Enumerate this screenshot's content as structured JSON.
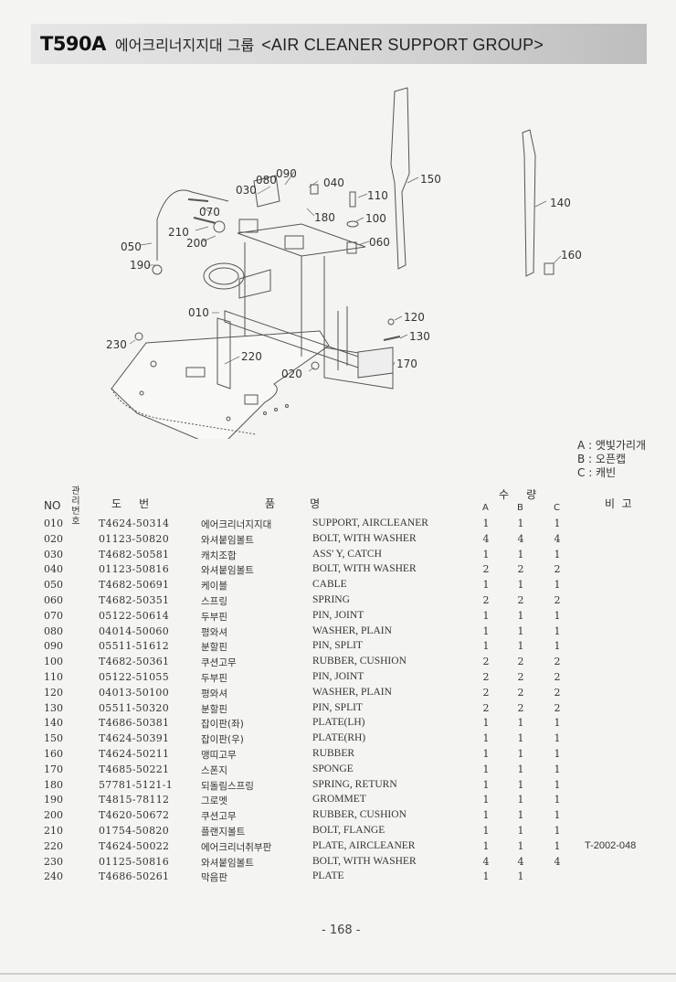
{
  "header": {
    "model": "T590A",
    "title_ko": "에어크리너지지대 그룹",
    "title_en": "<AIR CLEANER SUPPORT GROUP>"
  },
  "diagram": {
    "callouts": [
      "080",
      "090",
      "030",
      "040",
      "070",
      "110",
      "180",
      "100",
      "210",
      "200",
      "050",
      "060",
      "190",
      "150",
      "140",
      "160",
      "010",
      "120",
      "130",
      "230",
      "220",
      "020",
      "170"
    ]
  },
  "legend": [
    "A : 앳빛가리개",
    "B : 오픈캡",
    "C : 캐빈"
  ],
  "table": {
    "headers": {
      "no": "NO",
      "mgmt": "관리번호",
      "part_no": "도     번",
      "name": "품          명",
      "qty": "수     량",
      "remarks": "비  고",
      "a": "A",
      "b": "B",
      "c": "C"
    },
    "rows": [
      {
        "no": "010",
        "part": "T4624-50314",
        "ko": "에어크리너지지대",
        "en": "SUPPORT, AIRCLEANER",
        "a": "1",
        "b": "1",
        "c": "1",
        "rem": ""
      },
      {
        "no": "020",
        "part": "01123-50820",
        "ko": "와셔붙임볼트",
        "en": "BOLT, WITH WASHER",
        "a": "4",
        "b": "4",
        "c": "4",
        "rem": ""
      },
      {
        "no": "030",
        "part": "T4682-50581",
        "ko": "캐치조합",
        "en": "ASS' Y, CATCH",
        "a": "1",
        "b": "1",
        "c": "1",
        "rem": ""
      },
      {
        "no": "040",
        "part": "01123-50816",
        "ko": "와셔붙임볼트",
        "en": "BOLT, WITH WASHER",
        "a": "2",
        "b": "2",
        "c": "2",
        "rem": ""
      },
      {
        "no": "050",
        "part": "T4682-50691",
        "ko": "케이블",
        "en": "CABLE",
        "a": "1",
        "b": "1",
        "c": "1",
        "rem": ""
      },
      {
        "no": "060",
        "part": "T4682-50351",
        "ko": "스프링",
        "en": "SPRING",
        "a": "2",
        "b": "2",
        "c": "2",
        "rem": ""
      },
      {
        "no": "070",
        "part": "05122-50614",
        "ko": "두부핀",
        "en": "PIN, JOINT",
        "a": "1",
        "b": "1",
        "c": "1",
        "rem": ""
      },
      {
        "no": "080",
        "part": "04014-50060",
        "ko": "평와셔",
        "en": "WASHER, PLAIN",
        "a": "1",
        "b": "1",
        "c": "1",
        "rem": ""
      },
      {
        "no": "090",
        "part": "05511-51612",
        "ko": "분할핀",
        "en": "PIN, SPLIT",
        "a": "1",
        "b": "1",
        "c": "1",
        "rem": ""
      },
      {
        "no": "100",
        "part": "T4682-50361",
        "ko": "쿠션고무",
        "en": "RUBBER, CUSHION",
        "a": "2",
        "b": "2",
        "c": "2",
        "rem": ""
      },
      {
        "no": "110",
        "part": "05122-51055",
        "ko": "두부핀",
        "en": "PIN, JOINT",
        "a": "2",
        "b": "2",
        "c": "2",
        "rem": ""
      },
      {
        "no": "120",
        "part": "04013-50100",
        "ko": "평와셔",
        "en": "WASHER, PLAIN",
        "a": "2",
        "b": "2",
        "c": "2",
        "rem": ""
      },
      {
        "no": "130",
        "part": "05511-50320",
        "ko": "분할핀",
        "en": "PIN, SPLIT",
        "a": "2",
        "b": "2",
        "c": "2",
        "rem": ""
      },
      {
        "no": "140",
        "part": "T4686-50381",
        "ko": "잡이판(좌)",
        "en": "PLATE(LH)",
        "a": "1",
        "b": "1",
        "c": "1",
        "rem": ""
      },
      {
        "no": "150",
        "part": "T4624-50391",
        "ko": "잡이판(우)",
        "en": "PLATE(RH)",
        "a": "1",
        "b": "1",
        "c": "1",
        "rem": ""
      },
      {
        "no": "160",
        "part": "T4624-50211",
        "ko": "맹띠고무",
        "en": "RUBBER",
        "a": "1",
        "b": "1",
        "c": "1",
        "rem": ""
      },
      {
        "no": "170",
        "part": "T4685-50221",
        "ko": "스폰지",
        "en": "SPONGE",
        "a": "1",
        "b": "1",
        "c": "1",
        "rem": ""
      },
      {
        "no": "180",
        "part": "57781-5121-1",
        "ko": "되돌림스프링",
        "en": "SPRING, RETURN",
        "a": "1",
        "b": "1",
        "c": "1",
        "rem": ""
      },
      {
        "no": "190",
        "part": "T4815-78112",
        "ko": "그로멧",
        "en": "GROMMET",
        "a": "1",
        "b": "1",
        "c": "1",
        "rem": ""
      },
      {
        "no": "200",
        "part": "T4620-50672",
        "ko": "쿠션고무",
        "en": "RUBBER, CUSHION",
        "a": "1",
        "b": "1",
        "c": "1",
        "rem": ""
      },
      {
        "no": "210",
        "part": "01754-50820",
        "ko": "플랜지볼트",
        "en": "BOLT, FLANGE",
        "a": "1",
        "b": "1",
        "c": "1",
        "rem": ""
      },
      {
        "no": "220",
        "part": "T4624-50022",
        "ko": "에어크리너취부판",
        "en": "PLATE, AIRCLEANER",
        "a": "1",
        "b": "1",
        "c": "1",
        "rem": "T-2002-048"
      },
      {
        "no": "230",
        "part": "01125-50816",
        "ko": "와셔붙임볼트",
        "en": "BOLT, WITH WASHER",
        "a": "4",
        "b": "4",
        "c": "4",
        "rem": ""
      },
      {
        "no": "240",
        "part": "T4686-50261",
        "ko": "막음판",
        "en": "PLATE",
        "a": "1",
        "b": "1",
        "c": "",
        "rem": ""
      }
    ]
  },
  "footer": {
    "page": "- 168 -"
  }
}
